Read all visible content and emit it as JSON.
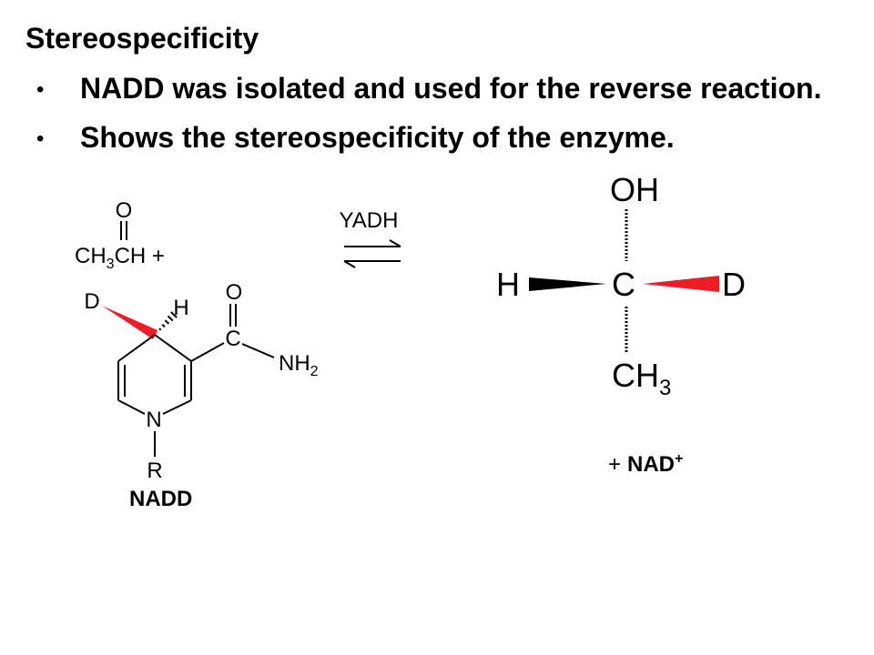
{
  "slide": {
    "title": "Stereospecificity",
    "bullets": [
      {
        "marker": "•",
        "text": "NADD was isolated and used for the reverse reaction."
      },
      {
        "marker": "•",
        "text": "Shows the stereospecificity of the enzyme."
      }
    ]
  },
  "reaction": {
    "aldehyde": {
      "oxygen": "O",
      "formula": "CH",
      "formula_sub": "3",
      "formula_rest": "CH +"
    },
    "enzyme": "YADH",
    "nadd": {
      "deuterium": "D",
      "hydrogen": "H",
      "carbonyl_oxygen": "O",
      "carbonyl_carbon": "C",
      "amide": "NH",
      "amide_sub": "2",
      "ring_nitrogen": "N",
      "substituent": "R",
      "name": "NADD"
    },
    "product": {
      "top": "OH",
      "left": "H",
      "center": "C",
      "right": "D",
      "bottom": "CH",
      "bottom_sub": "3",
      "coproduct_plus": "+",
      "coproduct": "NAD",
      "coproduct_charge": "+"
    }
  },
  "colors": {
    "text": "#000000",
    "deuterium": "#ee1c24",
    "background": "#ffffff"
  }
}
